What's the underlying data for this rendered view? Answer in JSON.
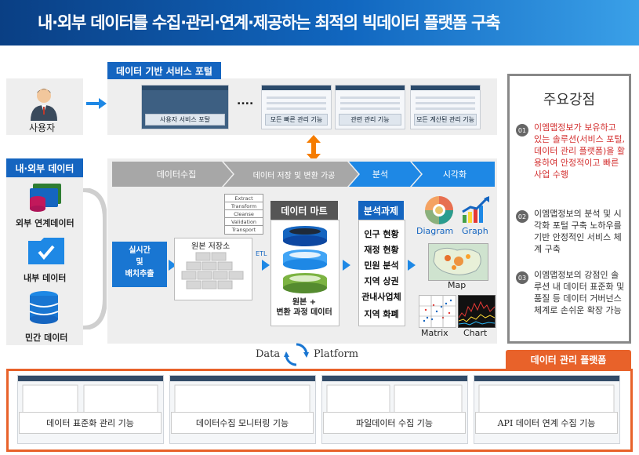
{
  "banner": {
    "title": "내·외부 데이터를 수집·관리·연계·제공하는 최적의 빅데이터 플랫폼 구축"
  },
  "user": {
    "label": "사용자"
  },
  "portal": {
    "header": "데이터 기반 서비스 포털",
    "ellipsis": "....",
    "screens": [
      "사용자 서비스 포탈",
      "모든 빠른 관리 기능",
      "관련 관리 기능",
      "모든 계산된 관리 기능"
    ]
  },
  "sources": {
    "header": "내·외부 데이터",
    "items": [
      "외부 연계데이터",
      "내부 데이터",
      "민간 데이터"
    ]
  },
  "pipeline": {
    "steps": [
      "데이터수집",
      "데이터 저장 및 변환 가공",
      "분석",
      "시각화"
    ]
  },
  "collect": {
    "label": "실시간\n및\n배치추출",
    "raw_store": "원본 저장소"
  },
  "etl": {
    "items": [
      "Extract",
      "Transform",
      "Cleanse",
      "Validation",
      "Transport"
    ],
    "label": "ETL"
  },
  "datamart": {
    "header": "데이터 마트",
    "caption": "원본 +\n변환 과정 데이터"
  },
  "analysis": {
    "header": "분석과제",
    "tasks": [
      "인구 현황",
      "재정 현황",
      "민원 분석",
      "지역 상권",
      "관내사업체",
      "지역 화폐"
    ]
  },
  "viz": {
    "items": [
      "Diagram",
      "Graph",
      "Map",
      "Matrix",
      "Chart"
    ]
  },
  "platform": {
    "left": "Data",
    "right": "Platform"
  },
  "strengths": {
    "title": "주요강점",
    "items": [
      {
        "num": "01",
        "text": "이엠맵정보가 보유하고 있는 솔루션(서비스 포털, 데이터 관리 플랫폼)을 활용하여 안정적이고 빠른 사업 수행",
        "color": "#d32f2f"
      },
      {
        "num": "02",
        "text": "이엠맵정보의 분석 및 시각화 포털 구축 노하우를 기반 안정적인 서비스 체계 구축",
        "color": "#333333"
      },
      {
        "num": "03",
        "text": "이엠맵정보의 강점인 솔루션 내 데이터 표준화 및 품질 등 데이터 거버넌스 체계로 손쉬운 확장 가능",
        "color": "#333333"
      }
    ]
  },
  "management": {
    "header": "데이터 관리 플랫폼",
    "items": [
      "데이터 표준화 관리 기능",
      "데이터수집 모니터링 기능",
      "파일데이터 수집 기능",
      "API 데이터 연계 수집 기능"
    ],
    "accent": "#e8622a"
  }
}
